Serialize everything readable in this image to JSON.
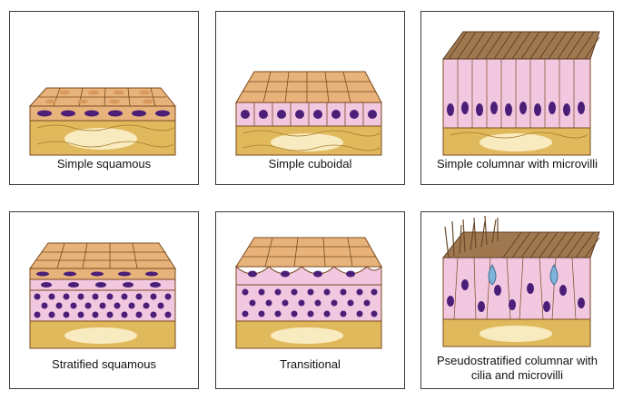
{
  "panels": [
    {
      "label": "Simple squamous",
      "tissue": "simple-squamous"
    },
    {
      "label": "Simple cuboidal",
      "tissue": "simple-cuboidal"
    },
    {
      "label": "Simple columnar with microvilli",
      "tissue": "simple-columnar"
    },
    {
      "label": "Stratified squamous",
      "tissue": "stratified-squamous"
    },
    {
      "label": "Transitional",
      "tissue": "transitional"
    },
    {
      "label_lines": [
        "Pseudostratified columnar with",
        "cilia and microvilli"
      ],
      "tissue": "pseudostratified"
    }
  ],
  "colors": {
    "squamous_cell": "#e8b37a",
    "cell_outline": "#7a4a1e",
    "nucleus": "#4b1f78",
    "cytoplasm_pink": "#f2c7e0",
    "connective": "#e0b95c",
    "connective_light": "#fdf3d1",
    "microvilli": "#5a3a22",
    "goblet": "#7fb3d9"
  }
}
